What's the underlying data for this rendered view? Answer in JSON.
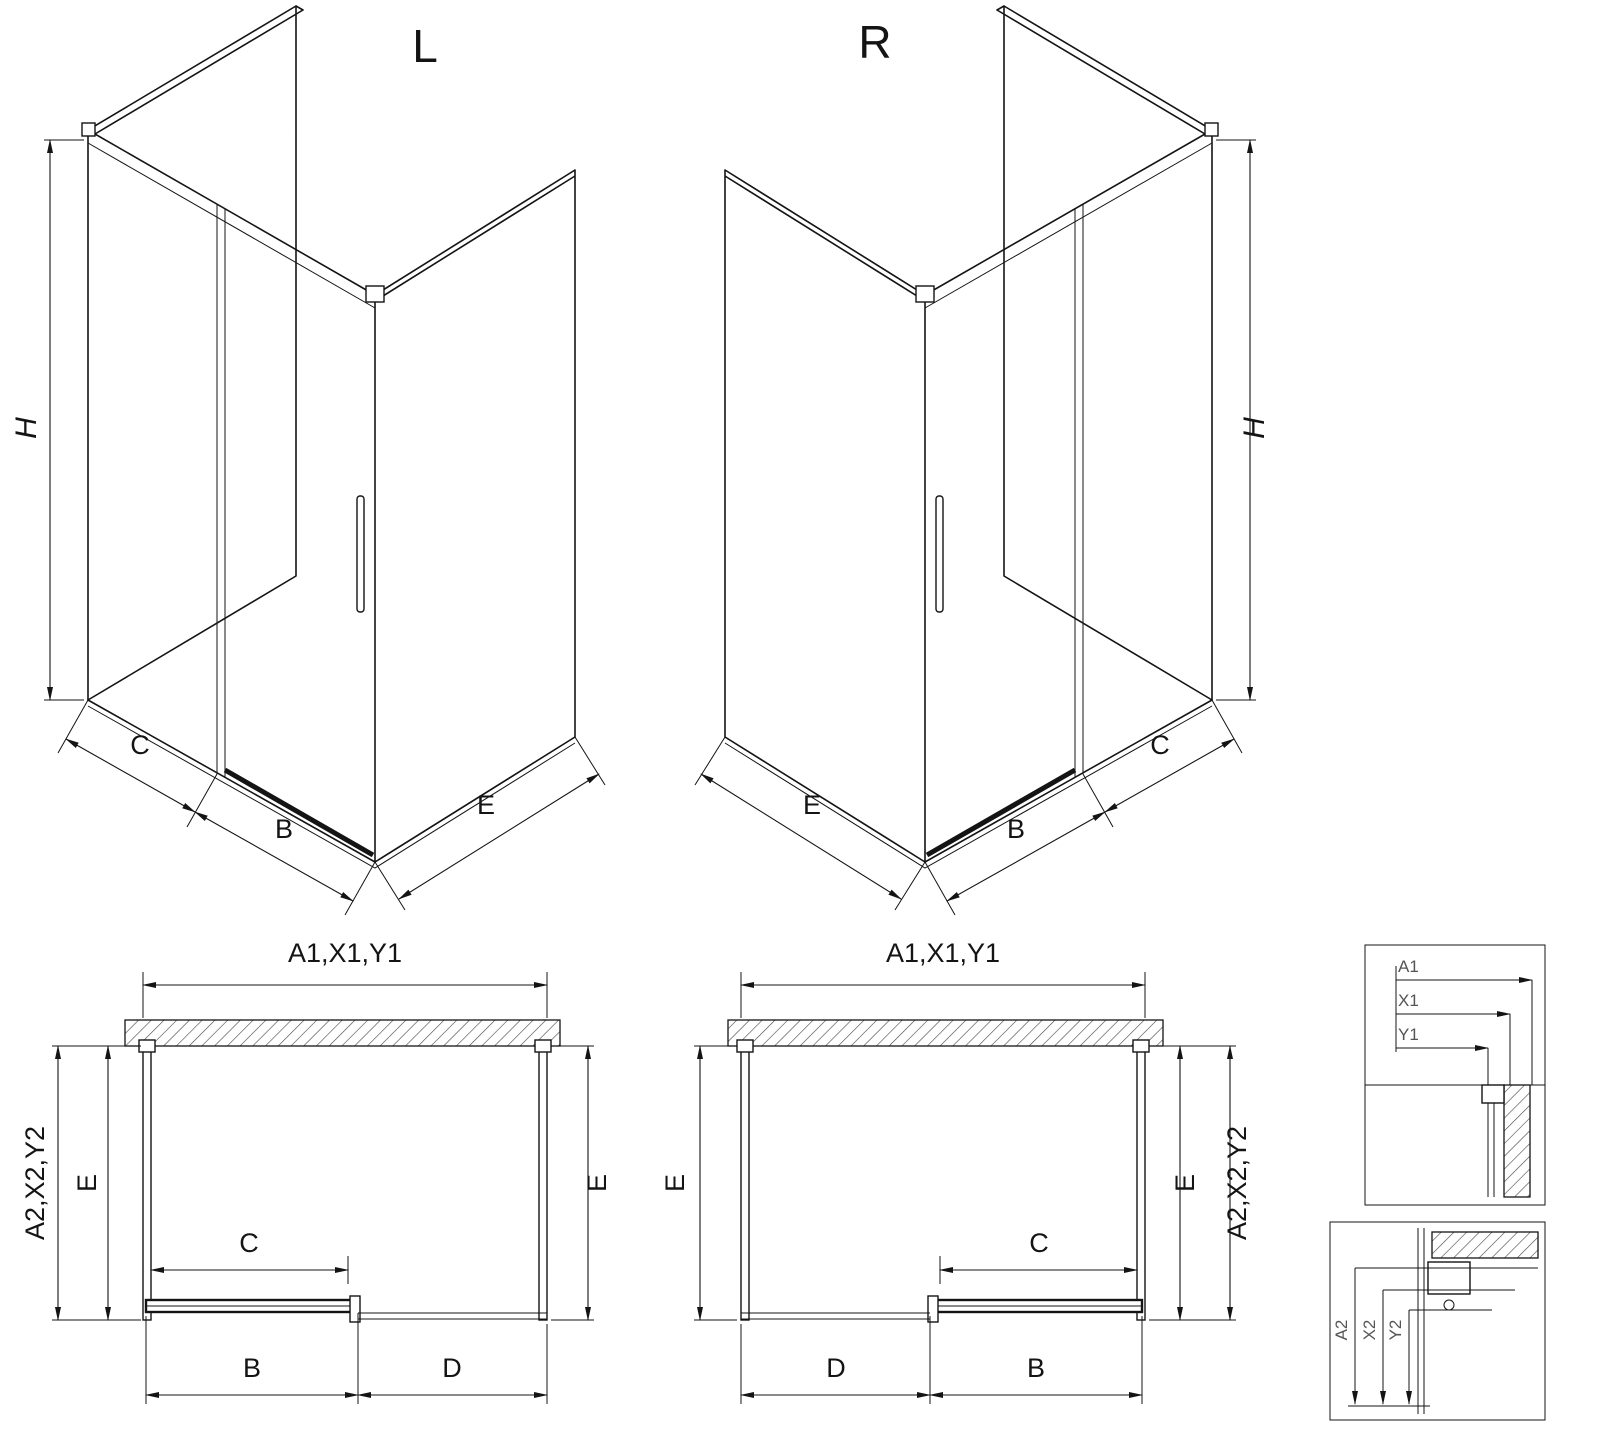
{
  "page": {
    "background": "#ffffff",
    "line_color": "#141414"
  },
  "iso_l": {
    "title": "L",
    "dim_h": "H",
    "dim_c": "C",
    "dim_b": "B",
    "dim_e": "E"
  },
  "iso_r": {
    "title": "R",
    "dim_h": "H",
    "dim_c": "C",
    "dim_b": "B",
    "dim_e": "E"
  },
  "plan_l": {
    "dim_width": "A1,X1,Y1",
    "dim_depth_outer": "A2,X2,Y2",
    "dim_depth_left": "E",
    "dim_depth_right": "E",
    "dim_c": "C",
    "dim_b": "B",
    "dim_d": "D"
  },
  "plan_r": {
    "dim_width": "A1,X1,Y1",
    "dim_depth_left": "E",
    "dim_depth_right": "E",
    "dim_depth_outer": "A2,X2,Y2",
    "dim_c": "C",
    "dim_b": "B",
    "dim_d": "D"
  },
  "detail_top": {
    "dim_a1": "A1",
    "dim_x1": "X1",
    "dim_y1": "Y1"
  },
  "detail_bottom": {
    "dim_a2": "A2",
    "dim_x2": "X2",
    "dim_y2": "Y2"
  }
}
